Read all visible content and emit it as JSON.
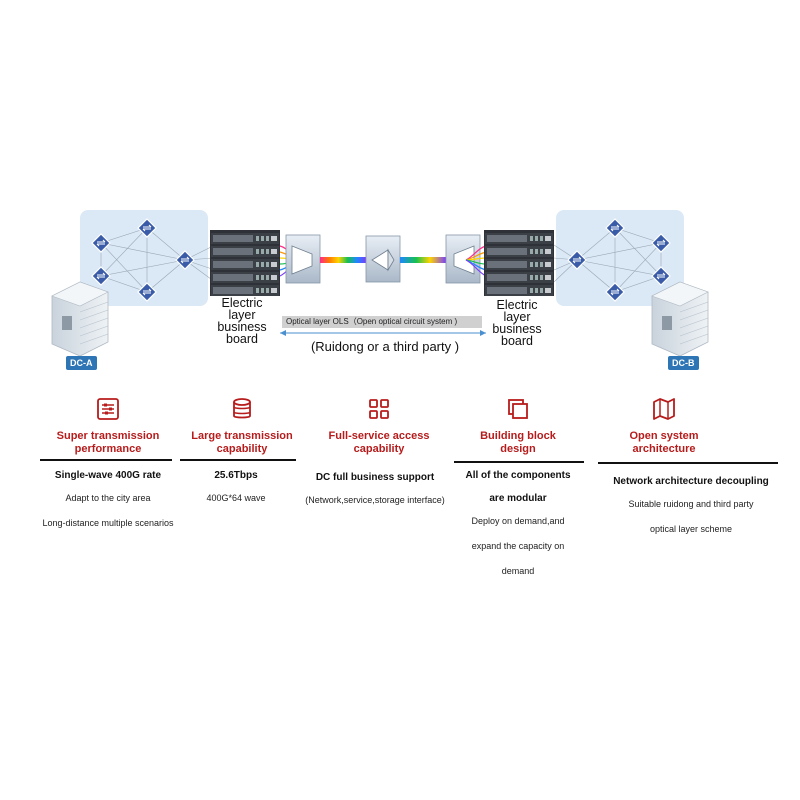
{
  "labels": {
    "electric_left": [
      "Electric",
      "layer",
      "business",
      "board"
    ],
    "electric_right": [
      "Electric",
      "layer",
      "business",
      "board"
    ],
    "dc_a": "DC-A",
    "dc_b": "DC-B",
    "ols": "Optical layer OLS（Open optical circuit system )",
    "ruidong": "(Ruidong or a third party )"
  },
  "features": [
    {
      "icon": "sliders-icon",
      "title": [
        "Super transmission",
        "performance"
      ],
      "bold": "Single-wave 400G rate",
      "lines": [
        "Adapt to the city area",
        "Long-distance multiple scenarios"
      ]
    },
    {
      "icon": "database-icon",
      "title": [
        "Large transmission",
        "capability"
      ],
      "bold": "25.6Tbps",
      "lines": [
        "400G*64 wave"
      ]
    },
    {
      "icon": "grid-icon",
      "title": [
        "Full-service access",
        "capability"
      ],
      "bold": "DC full business support",
      "lines": [
        "(Network,service,storage interface)"
      ]
    },
    {
      "icon": "stacked-squares-icon",
      "title": [
        "Building block",
        "design"
      ],
      "bold": "All of the components",
      "bold2": "are modular",
      "lines": [
        "Deploy on demand,and",
        "expand the capacity on",
        "demand"
      ]
    },
    {
      "icon": "map-icon",
      "title": [
        "Open system",
        "architecture"
      ],
      "bold": "Network architecture decoupling",
      "lines": [
        "Suitable ruidong and third party",
        "optical layer scheme"
      ]
    }
  ],
  "colors": {
    "accent_red": "#b71c1c",
    "switch_blue": "#3a5ba8",
    "cloud_bg": "#dbe8f6",
    "badge_blue": "#2e75b6"
  }
}
